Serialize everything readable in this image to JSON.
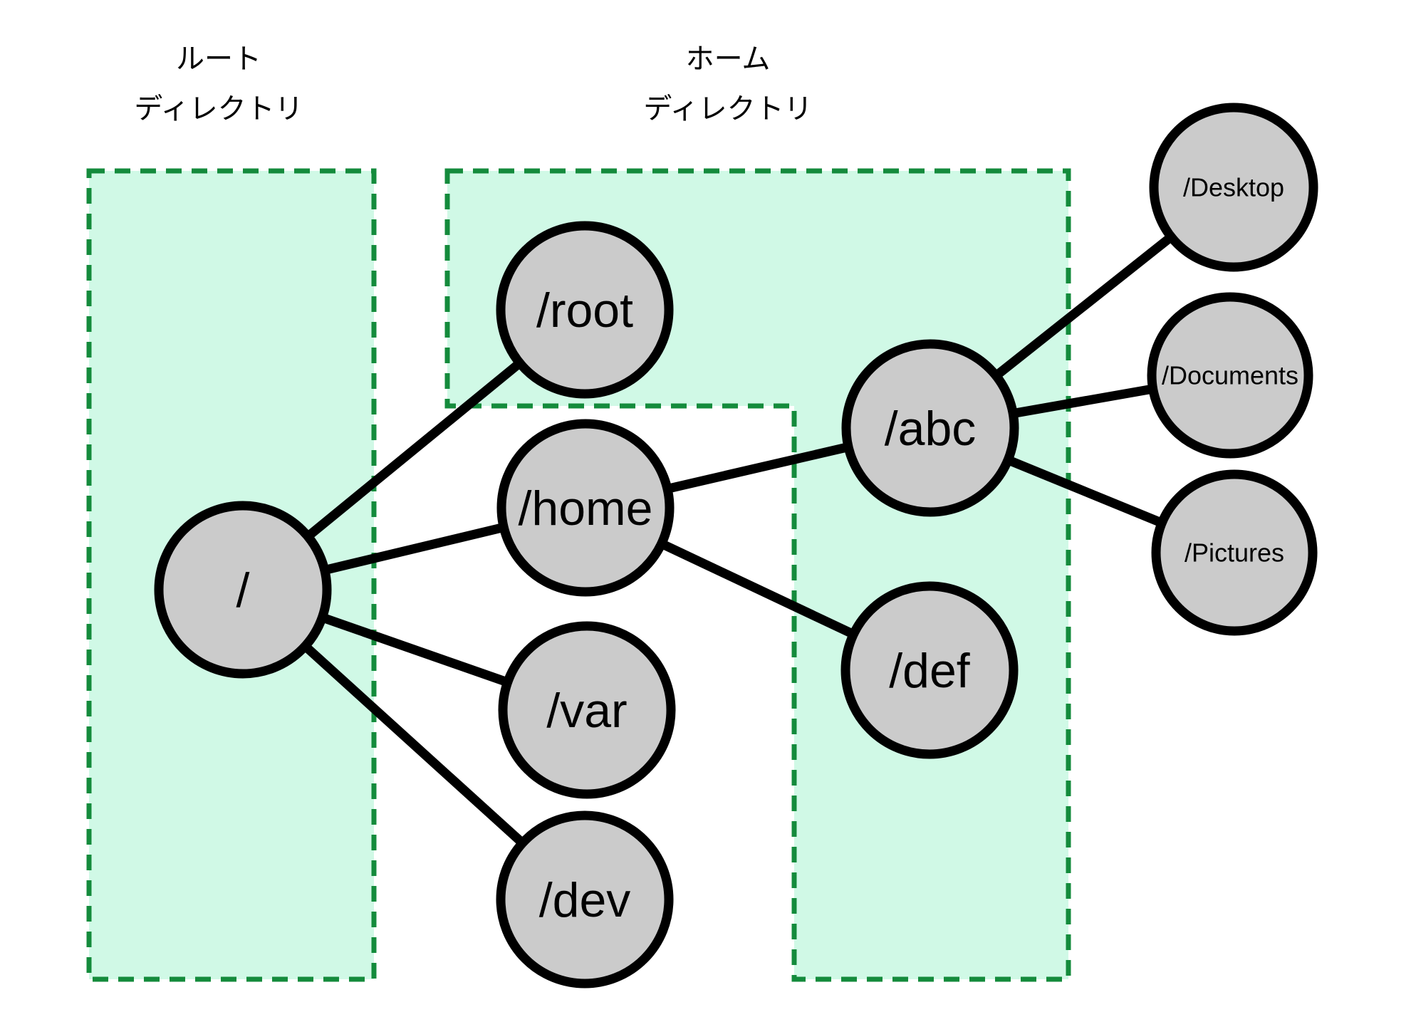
{
  "diagram": {
    "type": "tree",
    "description": "Linux filesystem directory tree with root and home directory regions highlighted"
  },
  "regions": [
    {
      "id": "root-directory",
      "label": [
        "ルート",
        "ディレクトリ"
      ]
    },
    {
      "id": "home-directory",
      "label": [
        "ホーム",
        "ディレクトリ"
      ]
    }
  ],
  "nodes": [
    {
      "id": "root",
      "label": "/"
    },
    {
      "id": "root-dir",
      "label": "/root"
    },
    {
      "id": "home",
      "label": "/home"
    },
    {
      "id": "var",
      "label": "/var"
    },
    {
      "id": "dev",
      "label": "/dev"
    },
    {
      "id": "abc",
      "label": "/abc"
    },
    {
      "id": "def",
      "label": "/def"
    },
    {
      "id": "desktop",
      "label": "/Desktop"
    },
    {
      "id": "documents",
      "label": "/Documents"
    },
    {
      "id": "pictures",
      "label": "/Pictures"
    }
  ],
  "edges": [
    {
      "from": "/",
      "to": "/root"
    },
    {
      "from": "/",
      "to": "/home"
    },
    {
      "from": "/",
      "to": "/var"
    },
    {
      "from": "/",
      "to": "/dev"
    },
    {
      "from": "/home",
      "to": "/abc"
    },
    {
      "from": "/home",
      "to": "/def"
    },
    {
      "from": "/abc",
      "to": "/Desktop"
    },
    {
      "from": "/abc",
      "to": "/Documents"
    },
    {
      "from": "/abc",
      "to": "/Pictures"
    }
  ],
  "colors": {
    "region_fill": "#d0f9e6",
    "region_border": "#148b3c",
    "node_fill": "#cbcbcb",
    "node_border": "#000000",
    "edge": "#000000",
    "text": "#000000"
  }
}
